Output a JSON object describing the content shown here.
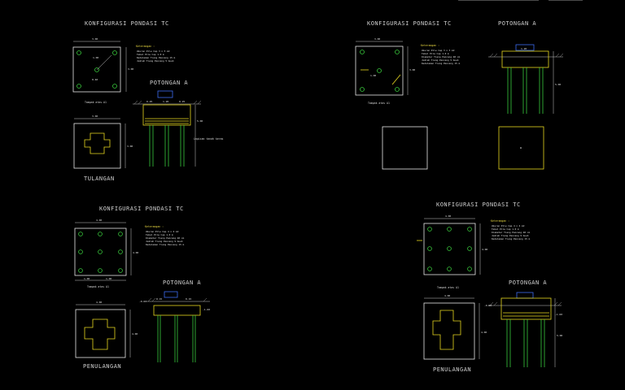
{
  "titles": {
    "q1_config": "KONFIGURASI PONDASI TC",
    "q1_section": "POTONGAN A",
    "q1_rebar": "TULANGAN",
    "q2_config": "KONFIGURASI PONDASI TC",
    "q2_section": "POTONGAN A",
    "q3_config": "KONFIGURASI PONDASI TC",
    "q3_section": "POTONGAN A",
    "q3_rebar": "PENULANGAN",
    "q4_config": "KONFIGURASI PONDASI TC",
    "q4_section": "POTONGAN A",
    "q4_rebar": "PENULANGAN"
  },
  "notes": {
    "heading": "Keterangan :",
    "q1": [
      "Ukuran Pile Cap 3 x 3 m2",
      "Tebal Pile Cap 1.0 m",
      "Kedalaman Tiang Pancang 15 m",
      "Jumlah Tiang Pancang 5 buah"
    ],
    "q2": [
      "Ukuran Pile Cap 3 x 3 m2",
      "Tebal Pile Cap 1.0 m",
      "Diameter Tiang Pancang 40 cm",
      "Jumlah Tiang Pancang 5 buah",
      "Kedalaman Tiang Pancang 15 m"
    ],
    "q3": [
      "Ukuran Pile Cap 4 x 4 m2",
      "Tebal Pile Cap 1.0 m",
      "Diameter Tiang Pancang 40 cm",
      "Jumlah Tiang Pancang 9 buah",
      "Kedalaman Tiang Pancang 15 m"
    ],
    "q4": [
      "Ukuran Pile Cap 4 x 4 m2",
      "Tebal Pile Cap 1.0 m",
      "Diameter Tiang Pancang 40 cm",
      "Jumlah Tiang Pancang 9 buah",
      "Kedalaman Tiang Pancang 15 m"
    ]
  },
  "captions": {
    "plan": "Tampak atas A1",
    "soil": "Lapisan tanah keras"
  },
  "dims": {
    "d300": "3.00",
    "d100": "1.00",
    "d040": "0.40",
    "d500": "5.00",
    "d400": "4.00",
    "d025": "0.25",
    "d015": "0.15",
    "d120": "1.20",
    "elev1": "-0.60",
    "elev2": "-1.60"
  },
  "colors": {
    "bg": "#000000",
    "white_line": "#e8e8e8",
    "yellow_line": "#e8d820",
    "green_line": "#39c83c",
    "magenta_line": "#c040c0",
    "blue_line": "#3c6cf0"
  }
}
